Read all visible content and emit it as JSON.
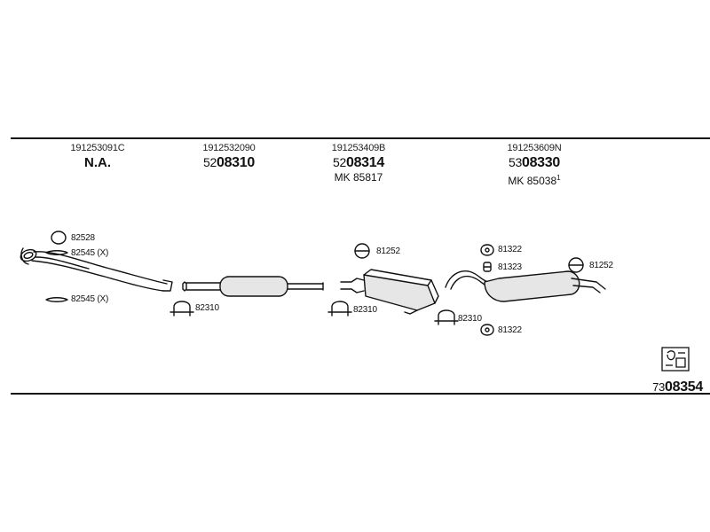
{
  "columns": [
    {
      "part_number": "191253091C",
      "main": "N.A.",
      "mk": ""
    },
    {
      "part_number": "1912532090",
      "main_prefix": "52",
      "main_code": "08310",
      "mk": ""
    },
    {
      "part_number": "191253409B",
      "main_prefix": "52",
      "main_code": "08314",
      "mk": "MK  85817",
      "mk_sup": ""
    },
    {
      "part_number": "191253609N",
      "main_prefix": "53",
      "main_code": "08330",
      "mk": "MK  85038",
      "mk_sup": "1"
    }
  ],
  "callouts": {
    "c1": "82528",
    "c2": "82545 (X)",
    "c3": "82545 (X)",
    "c4": "82310",
    "c5": "82310",
    "c6": "81252",
    "c7": "81322",
    "c8": "81323",
    "c9": "81252",
    "c10": "82310",
    "c11": "81322"
  },
  "catalog": {
    "prefix": "73",
    "code": "08354"
  },
  "icons": [
    "pipe-ring-icon",
    "clamp-icon",
    "rubber-hanger-icon",
    "catalog-book-icon"
  ]
}
